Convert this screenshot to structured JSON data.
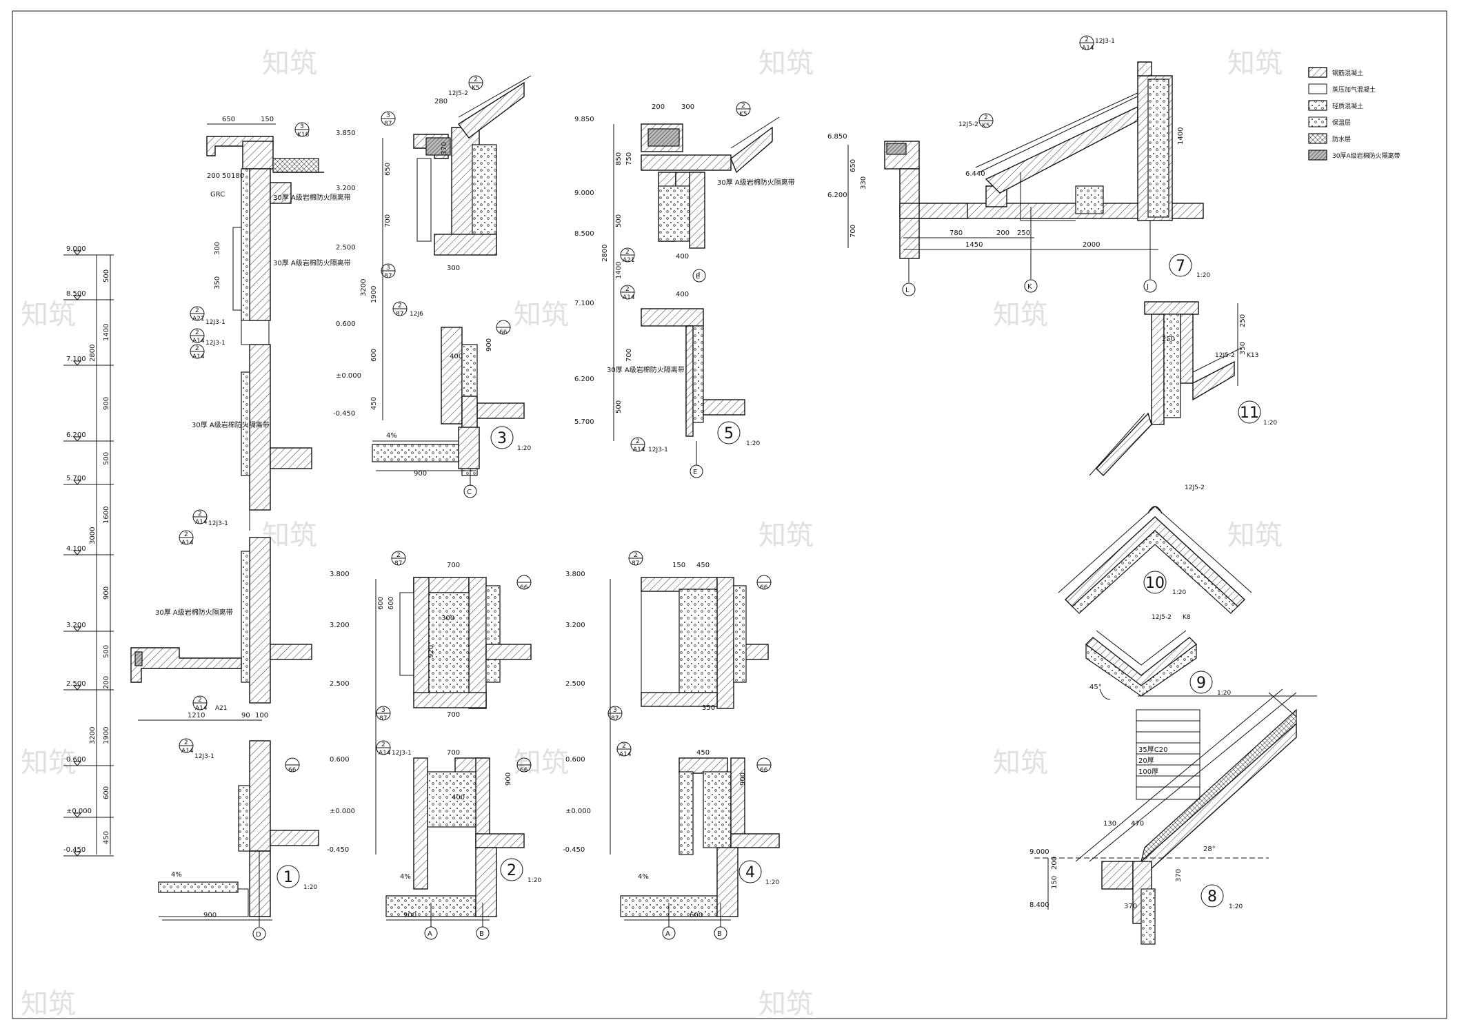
{
  "details": [
    {
      "no": "1",
      "scale": "1:20"
    },
    {
      "no": "2",
      "scale": "1:20"
    },
    {
      "no": "3",
      "scale": "1:20"
    },
    {
      "no": "4",
      "scale": "1:20"
    },
    {
      "no": "5",
      "scale": "1:20"
    },
    {
      "no": "7",
      "scale": "1:20"
    },
    {
      "no": "8",
      "scale": "1:20"
    },
    {
      "no": "9",
      "scale": "1:20"
    },
    {
      "no": "10",
      "scale": "1:20"
    },
    {
      "no": "11",
      "scale": "1:20"
    }
  ],
  "elevations_left": [
    "9.000",
    "8.500",
    "7.100",
    "6.200",
    "5.700",
    "4.100",
    "3.200",
    "2.500",
    "0.600",
    "±0.000",
    "-0.450"
  ],
  "elev_dims_left": [
    "500",
    "1400",
    "2800",
    "900",
    "500",
    "1600",
    "3000",
    "900",
    "500",
    "200",
    "1900",
    "3200",
    "600",
    "450"
  ],
  "elevations_3": [
    "3.850",
    "3.200",
    "2.500",
    "0.600",
    "±0.000",
    "-0.450"
  ],
  "elevations_5": [
    "9.850",
    "9.000",
    "8.500",
    "7.100",
    "6.200",
    "5.700"
  ],
  "elevations_2": [
    "3.800",
    "3.200",
    "2.500",
    "0.600",
    "±0.000",
    "-0.450"
  ],
  "elevations_4": [
    "3.800",
    "3.200",
    "2.500",
    "0.600",
    "±0.000",
    "-0.450"
  ],
  "elevations_7": [
    "6.850",
    "6.440",
    "6.200"
  ],
  "elevations_8": [
    "9.000",
    "8.400"
  ],
  "axes": {
    "d1": "D",
    "d2a": "A",
    "d2b": "B",
    "d4a": "A",
    "d4b": "B",
    "d3": "C",
    "d5a": "E",
    "d5b": "E",
    "d7l": "L",
    "d7k": "K",
    "d7j": "J"
  },
  "dims": {
    "d1_top_650": "650",
    "d1_top_150": "150",
    "d1_200": "200",
    "d1_50": "50",
    "d1_180": "180",
    "d1_300": "300",
    "d1_350": "350",
    "d1_1210": "1210",
    "d1_90": "90",
    "d1_100": "100",
    "d1_bot_900": "900",
    "d3_280": "280",
    "d3_370": "370",
    "d3_650": "650",
    "d3_700": "700",
    "d3_1900": "1900",
    "d3_3200": "3200",
    "d3_600": "600",
    "d3_450": "450",
    "d3_400": "400",
    "d3_300": "300",
    "d3_900": "900",
    "d5_200": "200",
    "d5_300": "300",
    "d5_850": "850",
    "d5_750": "750",
    "d5_500": "500",
    "d5_2800": "2800",
    "d5_1400": "1400",
    "d5_700": "700",
    "d5_400": "400",
    "d2_700": "700",
    "d2_300": "300",
    "d2_920": "920",
    "d2_400": "400",
    "d2_600": "600",
    "d2_900": "900",
    "d4_150": "150",
    "d4_450": "450",
    "d4_350": "350",
    "d4_600": "600",
    "d4_900": "900",
    "d7_780": "780",
    "d7_200": "200",
    "d7_250": "250",
    "d7_1450": "1450",
    "d7_2000": "2000",
    "d7_1400": "1400",
    "d7_650": "650",
    "d7_330": "330",
    "d7_700": "700",
    "d8_130": "130",
    "d8_470": "470",
    "d8_370": "370",
    "d8_150": "150",
    "d8_200": "200",
    "d11_250": "250",
    "d11_350": "350"
  },
  "refs": {
    "r12j5_2": "12J5-2",
    "r12j3_1": "12J3-1",
    "r12j6": "12J6",
    "a21": "A21",
    "a14": "A14",
    "r87": "87",
    "r66": "66",
    "k5": "K5",
    "k8": "K8",
    "k13": "K13",
    "k18": "K18",
    "n2": "2",
    "n3": "3",
    "slope_4pct": "4%",
    "slope_45": "45°",
    "slope_28": "28°",
    "grc": "GRC"
  },
  "notes": {
    "ins30": "30厚 A级岩棉防火隔离带",
    "layer_35c20": "35厚C20",
    "layer_20": "20厚",
    "layer_100": "100厚"
  },
  "watermark": "知筑",
  "legend": {
    "items": [
      "钢筋混凝土",
      "蒸压加气混凝土",
      "轻质混凝土",
      "保温层",
      "防水层",
      "30厚A级岩棉防火隔离带"
    ]
  }
}
